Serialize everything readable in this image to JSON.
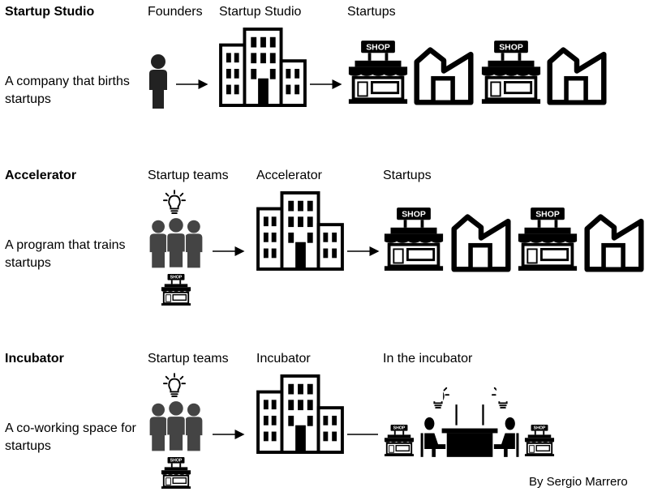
{
  "sections": [
    {
      "title": "Startup Studio",
      "description": "A company that births startups",
      "col1_label": "Founders",
      "col2_label": "Startup Studio",
      "col3_label": "Startups"
    },
    {
      "title": "Accelerator",
      "description": "A program that trains startups",
      "col1_label": "Startup teams",
      "col2_label": "Accelerator",
      "col3_label": "Startups"
    },
    {
      "title": "Incubator",
      "description": "A co-working space for startups",
      "col1_label": "Startup teams",
      "col2_label": "Incubator",
      "col3_label": "In the incubator"
    }
  ],
  "shop_sign_text": "SHOP",
  "credit": "By Sergio Marrero",
  "icons": [
    "person-icon",
    "building-icon",
    "shop-icon",
    "factory-icon",
    "team-icon",
    "lightbulb-icon",
    "coworking-table-icon",
    "arrow-icon"
  ]
}
